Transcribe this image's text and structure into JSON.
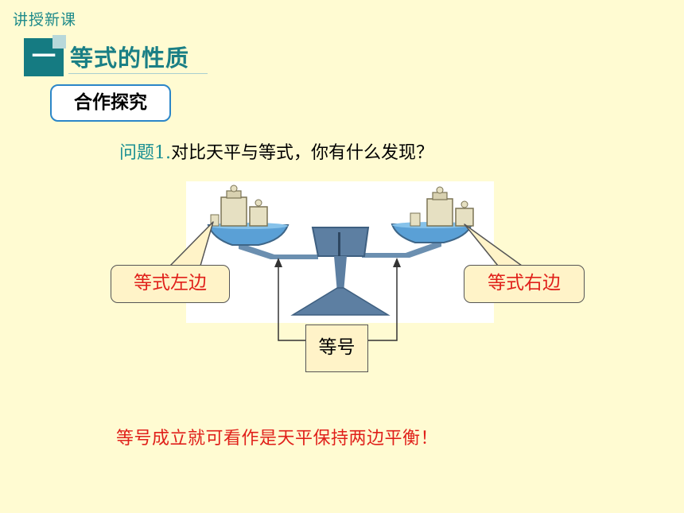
{
  "corner_label": "讲授新课",
  "section": {
    "number": "一",
    "title": "等式的性质"
  },
  "subheading": "合作探究",
  "question": {
    "number": "问题1.",
    "text": "对比天平与等式，你有什么发现？"
  },
  "diagram": {
    "left_label": "等式左边",
    "right_label": "等式右边",
    "center_label": "等号"
  },
  "conclusion": "等号成立就可看作是天平保持两边平衡！"
}
